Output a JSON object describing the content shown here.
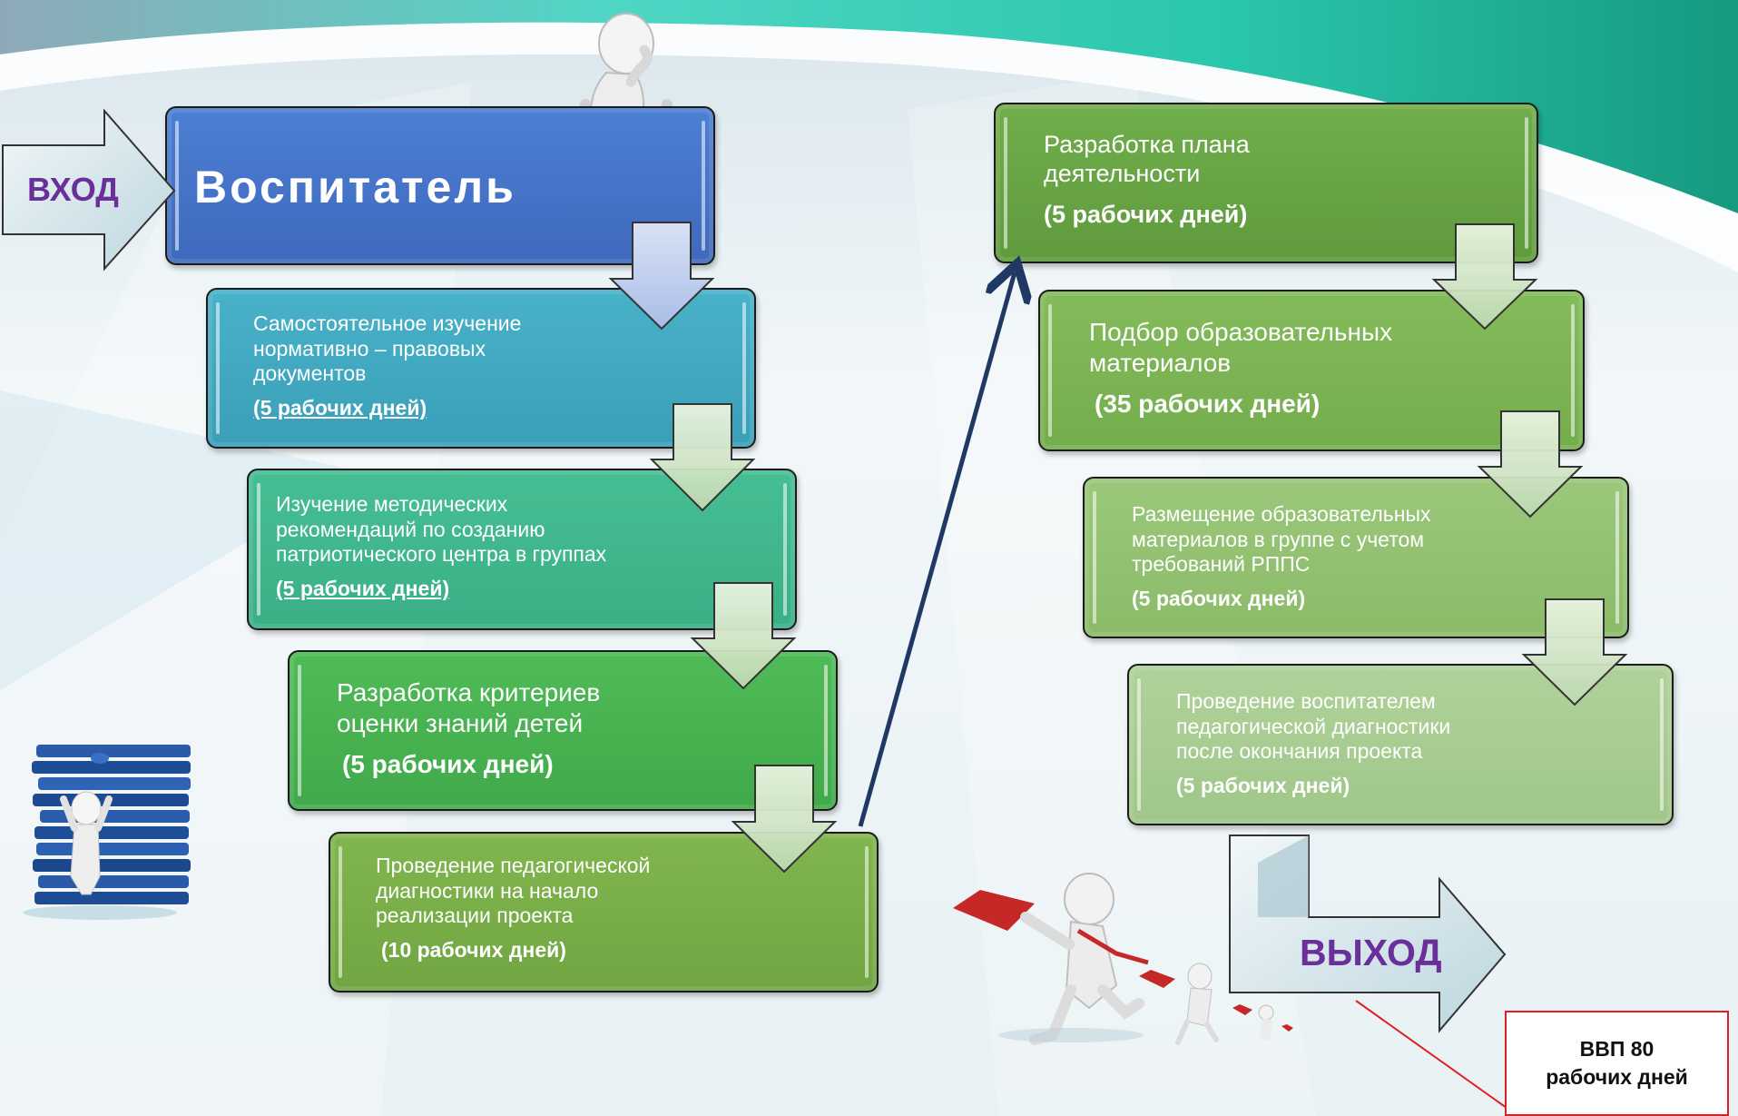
{
  "entry": {
    "label": "ВХОД"
  },
  "exit": {
    "label": "ВЫХОД"
  },
  "title": {
    "text": "Воспитатель"
  },
  "left_steps": [
    {
      "text": "Самостоятельное изучение\nнормативно – правовых\nдокументов",
      "duration": "(5 рабочих дней)"
    },
    {
      "text": "Изучение методических\nрекомендаций по созданию\nпатриотического центра в группах",
      "duration": "(5 рабочих дней)"
    },
    {
      "text": "Разработка критериев\nоценки знаний детей",
      "duration": "(5 рабочих дней)"
    },
    {
      "text": "Проведение педагогической\nдиагностики на начало\nреализации проекта",
      "duration": "(10 рабочих дней)"
    }
  ],
  "right_steps": [
    {
      "text": "Разработка плана\nдеятельности",
      "duration": "(5 рабочих дней)"
    },
    {
      "text": "Подбор образовательных\nматериалов",
      "duration": "(35 рабочих дней)"
    },
    {
      "text": "Размещение образовательных\nматериалов в группе с учетом\nтребований РППС",
      "duration": "(5 рабочих дней)"
    },
    {
      "text": "Проведение воспитателем\nпедагогической диагностики\nпосле окончания проекта",
      "duration": "(5 рабочих дней)"
    }
  ],
  "total_note": {
    "line1": "ВВП 80",
    "line2": "рабочих дней"
  },
  "colors": {
    "title_box": "#4472c4",
    "teal": "#40a8c0",
    "sea_green": "#3fb58a",
    "green": "#45b14f",
    "olive_green": "#77ad45",
    "plan_green": "#6aa845",
    "light_green_1": "#7bb35a",
    "light_green_2": "#94c274",
    "light_green_3": "#a8cc92",
    "label_purple": "#6a2f98",
    "accent_teal": "#1fc9a8"
  },
  "icons": [
    "thinking-figure-icon",
    "document-stack-figure-icon",
    "running-messenger-figures-icon"
  ]
}
